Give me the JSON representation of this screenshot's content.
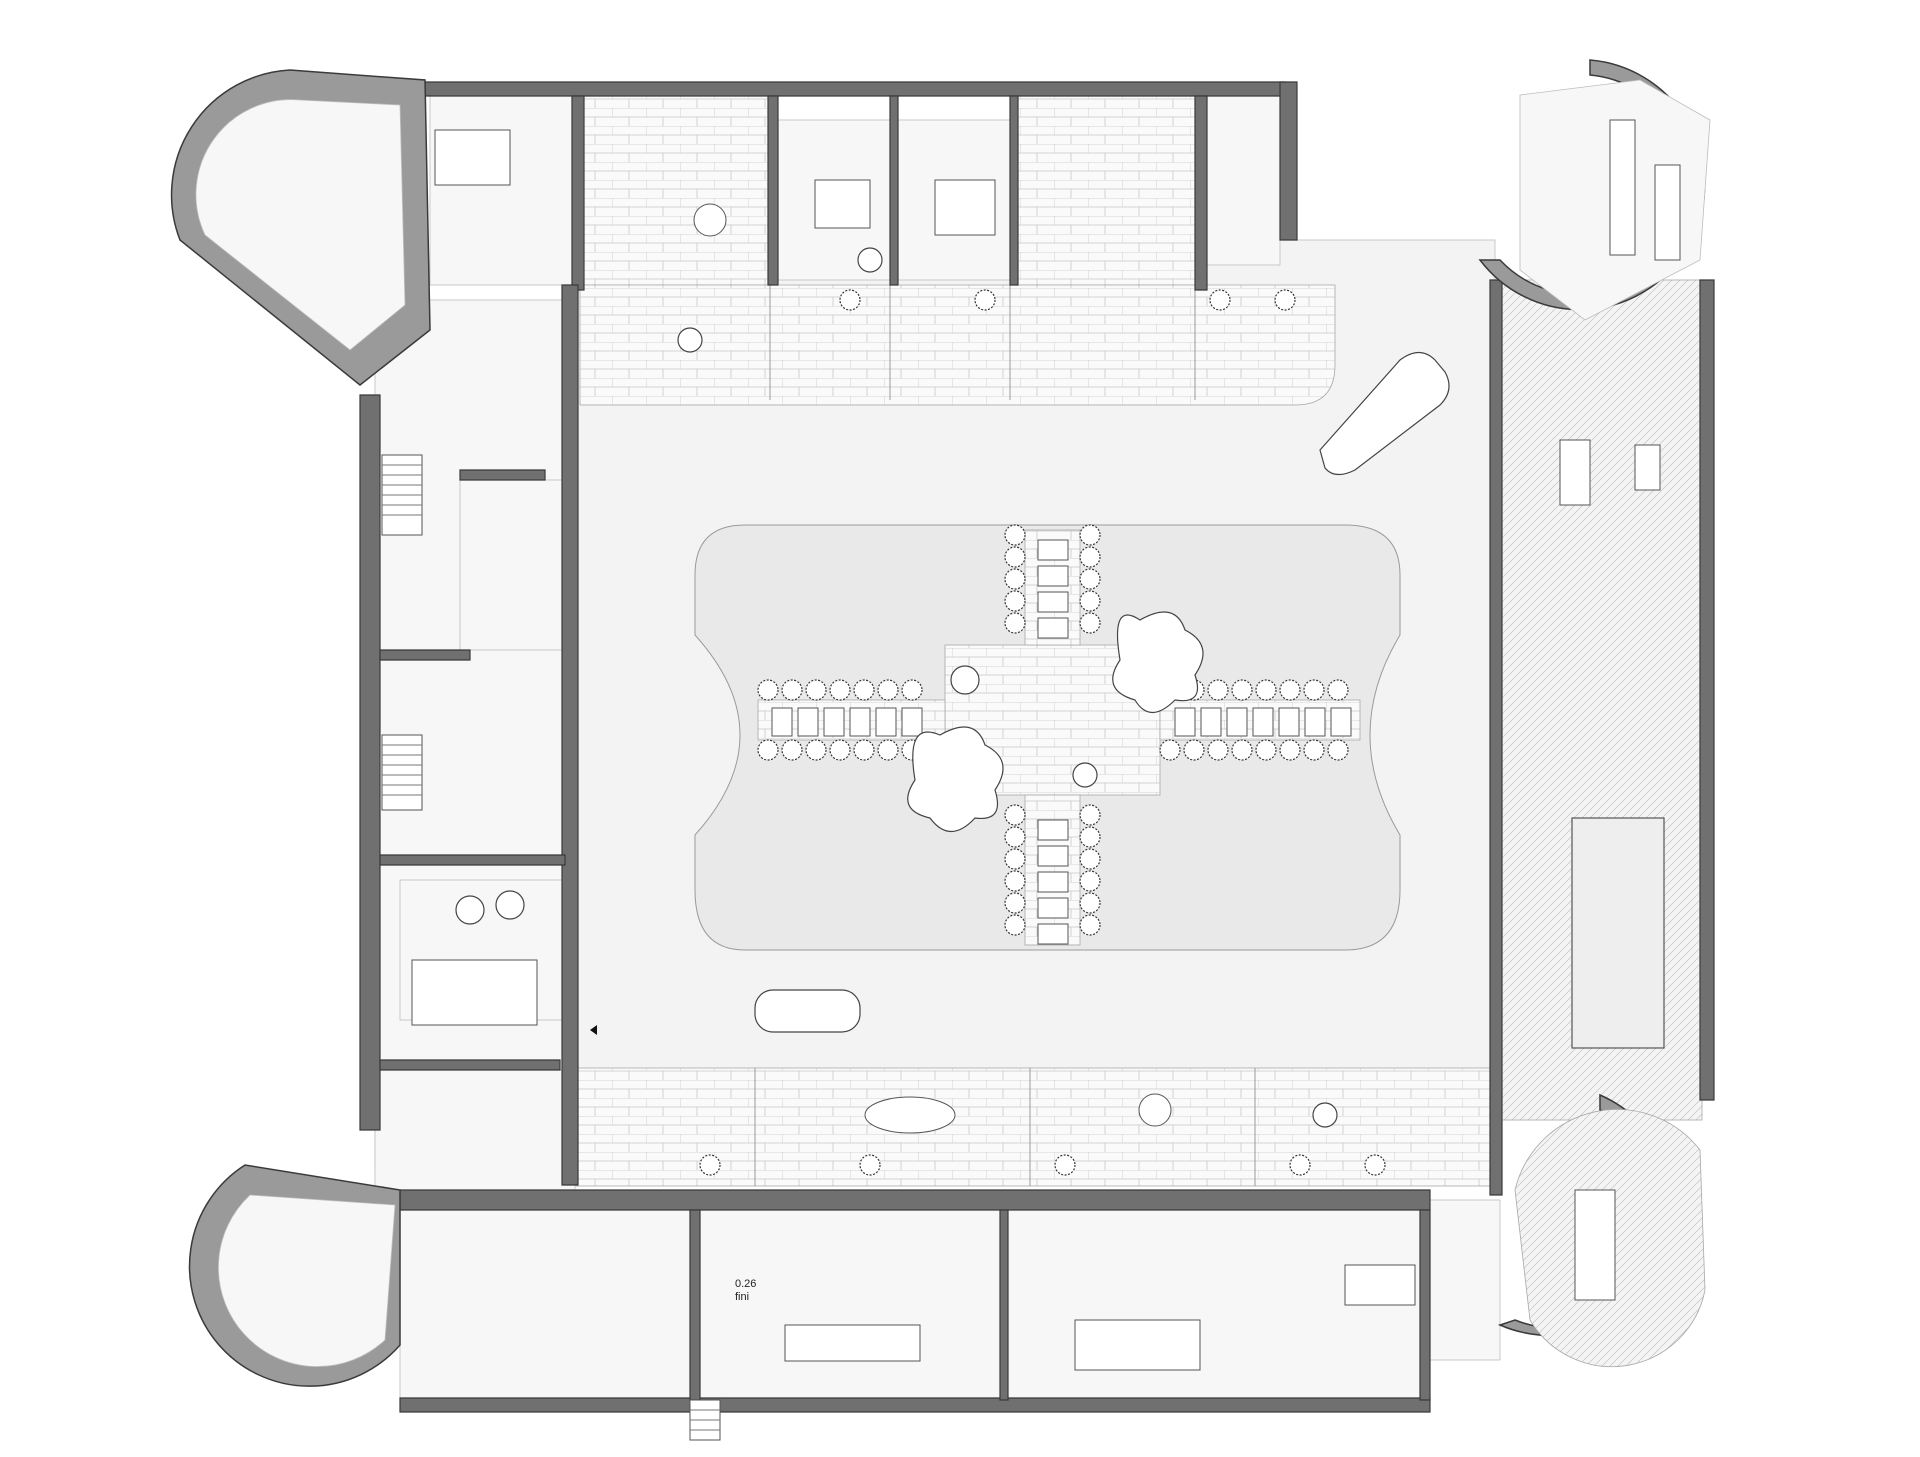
{
  "plan": {
    "level_note": {
      "value": "0.26",
      "unit": "fini"
    },
    "icons": {
      "entry": "triangle-entry-marker",
      "tree": "tree-icon",
      "shrub": "shrub-icon",
      "car": "car-icon",
      "umbrella": "parasol-icon",
      "sunbed": "sunbed-icon",
      "stairs": "stairs-icon"
    },
    "colors": {
      "wall": "#707070",
      "tower": "#9a9a9a",
      "ink": "#333333"
    }
  }
}
